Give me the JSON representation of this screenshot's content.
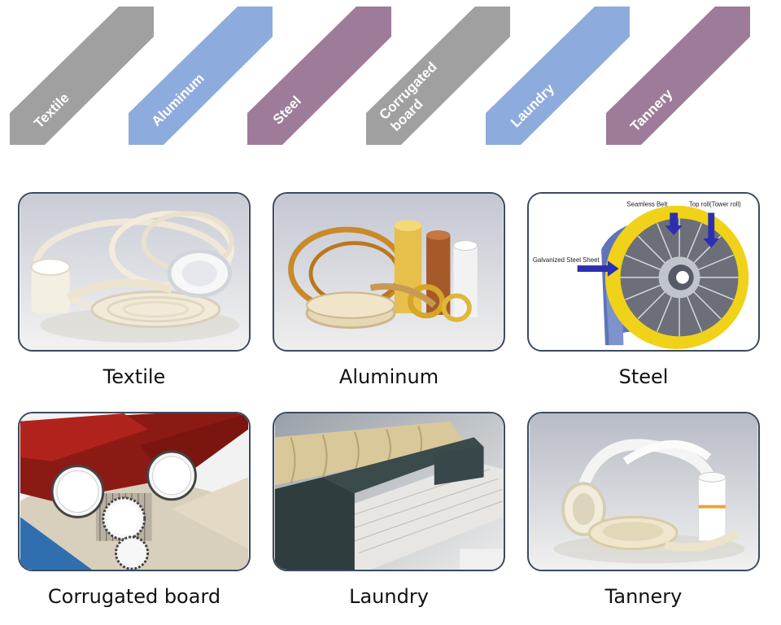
{
  "banners": [
    {
      "label": "Textile",
      "color": "#a0a0a0"
    },
    {
      "label": "Aluminum",
      "color": "#8eabdd"
    },
    {
      "label": "Steel",
      "color": "#9e7c99"
    },
    {
      "label": "Corrugated board",
      "line1": "Corrugated",
      "line2": "board",
      "color": "#a0a0a0"
    },
    {
      "label": "Laundry",
      "color": "#8eabdd"
    },
    {
      "label": "Tannery",
      "color": "#9e7c99"
    }
  ],
  "cards": [
    {
      "caption": "Textile"
    },
    {
      "caption": "Aluminum"
    },
    {
      "caption": "Steel",
      "annotations": {
        "belt": "Seamless Belt",
        "roll": "Top roll(Tower roll)",
        "sheet": "Galvanized Steel Sheet"
      }
    },
    {
      "caption": "Corrugated board"
    },
    {
      "caption": "Laundry"
    },
    {
      "caption": "Tannery"
    }
  ]
}
